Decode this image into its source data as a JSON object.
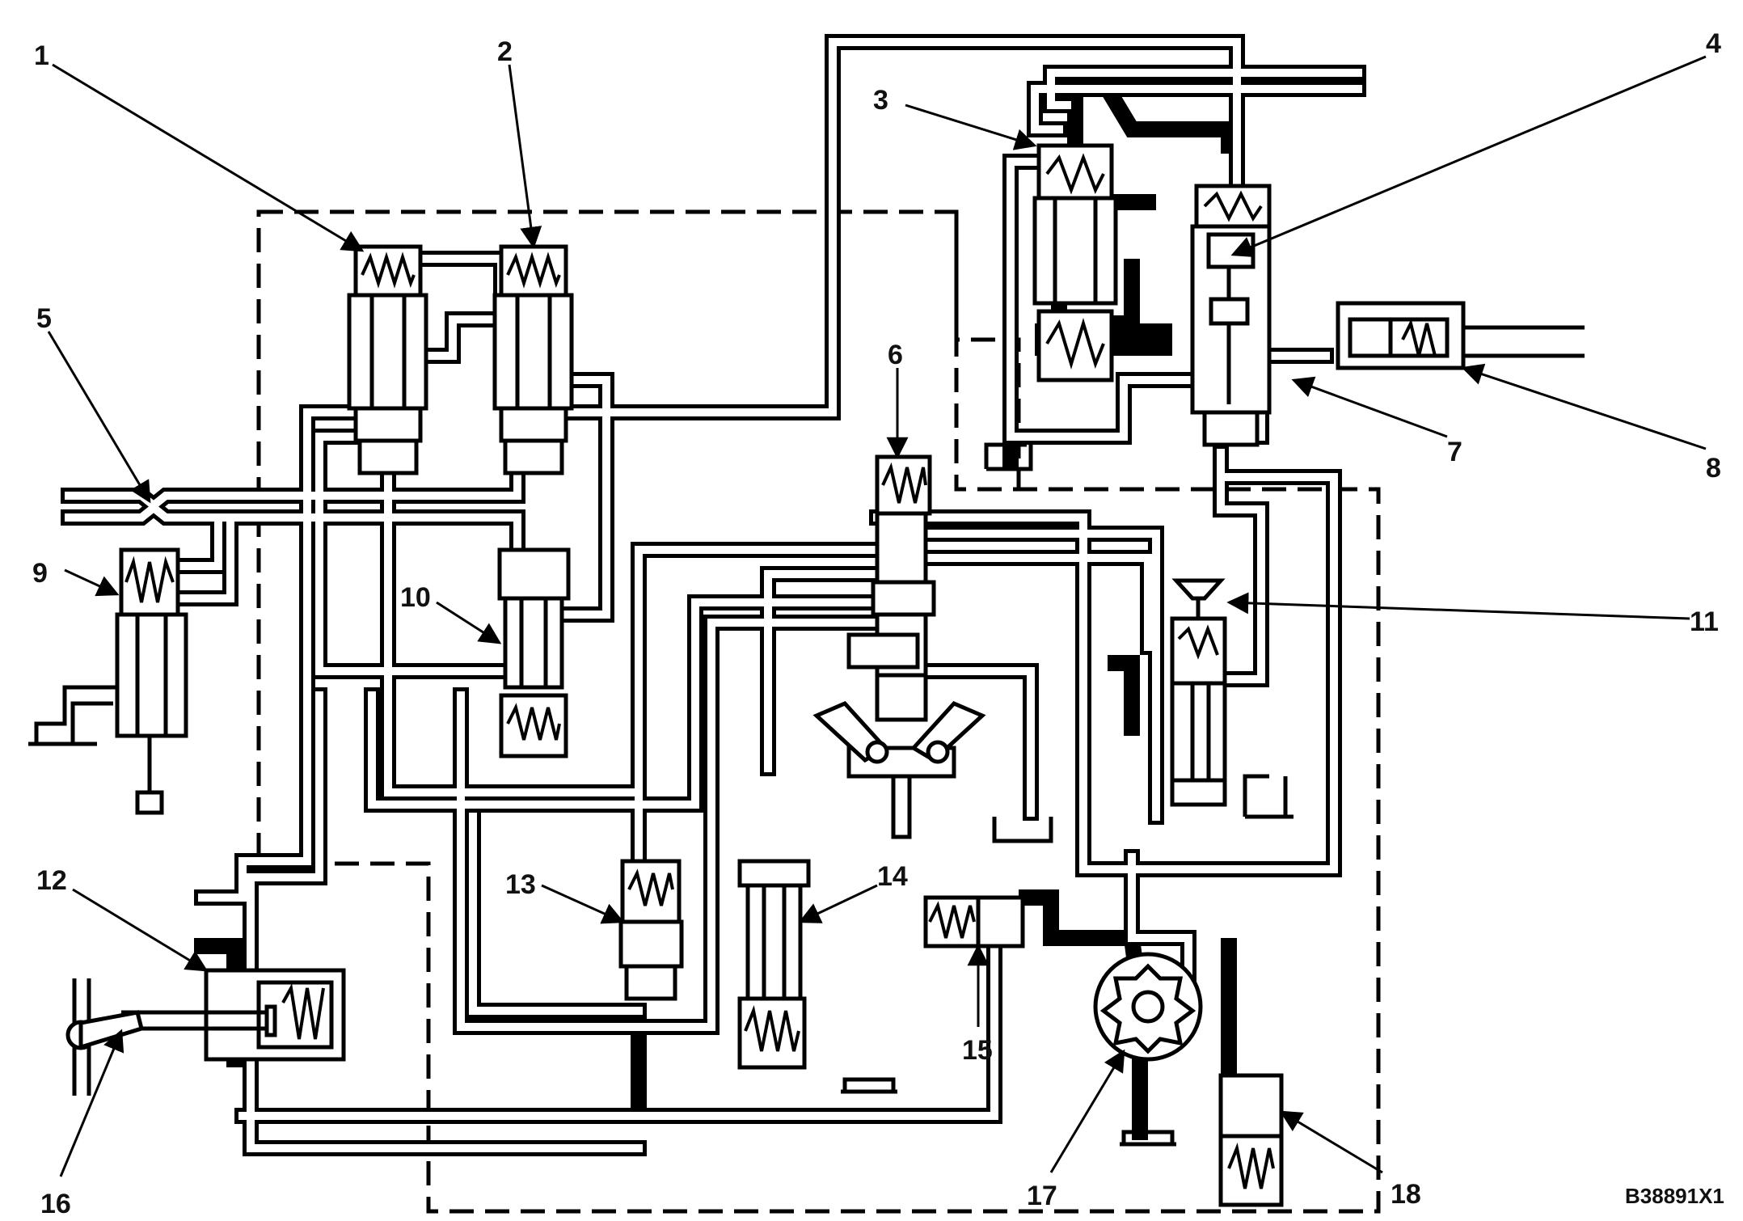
{
  "diagram": {
    "figure_code": "B38891X1",
    "callouts": [
      "1",
      "2",
      "3",
      "4",
      "5",
      "6",
      "7",
      "8",
      "9",
      "10",
      "11",
      "12",
      "13",
      "14",
      "15",
      "16",
      "17",
      "18"
    ]
  }
}
